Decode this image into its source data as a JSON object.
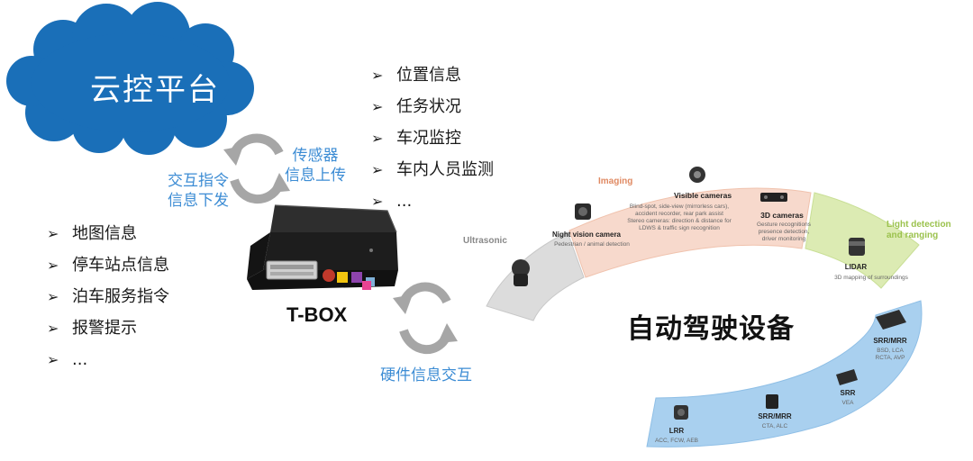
{
  "cloud": {
    "label": "云控平台"
  },
  "uplink": {
    "label_line1": "传感器",
    "label_line2": "信息上传"
  },
  "downlink": {
    "label_line1": "交互指令",
    "label_line2": "信息下发"
  },
  "hardware_link": {
    "label": "硬件信息交互"
  },
  "tbox": {
    "label": "T-BOX"
  },
  "upload_list": [
    "位置信息",
    "任务状况",
    "车况监控",
    "车内人员监测",
    "..."
  ],
  "download_list": [
    "地图信息",
    "停车站点信息",
    "泊车服务指令",
    "报警提示",
    "..."
  ],
  "arrow_glyph": "➢",
  "ads": {
    "title": "自动驾驶设备",
    "imaging": {
      "title": "Imaging",
      "night": {
        "title": "Night vision camera",
        "desc": "Pedestrian / animal detection"
      },
      "visible": {
        "title": "Visible cameras",
        "desc1": "Blind-spot, side-view (mirrorless cars),",
        "desc2": "accident recorder, rear park assist",
        "desc3": "Stereo cameras: direction & distance for",
        "desc4": "LDWS & traffic sign recognition"
      },
      "cam3d": {
        "title": "3D cameras",
        "desc1": "Gesture recognitions",
        "desc2": "presence detection,",
        "desc3": "driver monitoring"
      }
    },
    "ultrasonic": {
      "title": "Ultrasonic"
    },
    "lidar_group": {
      "title_line1": "Light detection",
      "title_line2": "and ranging",
      "lidar": {
        "title": "LIDAR",
        "desc": "3D mapping of surroundings"
      }
    },
    "radar": {
      "srr_mrr_top": {
        "title": "SRR/MRR",
        "desc1": "BSD, LCA",
        "desc2": "RCTA, AVP"
      },
      "srr": {
        "title": "SRR",
        "desc": "VEA"
      },
      "srr_mrr_bottom": {
        "title": "SRR/MRR",
        "desc": "CTA, ALC"
      },
      "lrr": {
        "title": "LRR",
        "desc": "ACC, FCW, AEB"
      }
    }
  },
  "colors": {
    "cloud": "#1a6fb8",
    "label_blue": "#3c8cd4",
    "imaging_band": "#f7d9cc",
    "imaging_title": "#e08a63",
    "lidar_band": "#dcebb3",
    "lidar_title": "#9bc24d",
    "radar_band": "#a9d0ef",
    "ultrasonic_band": "#dcdcdc",
    "cycle_arrow": "#a6a6a6"
  }
}
